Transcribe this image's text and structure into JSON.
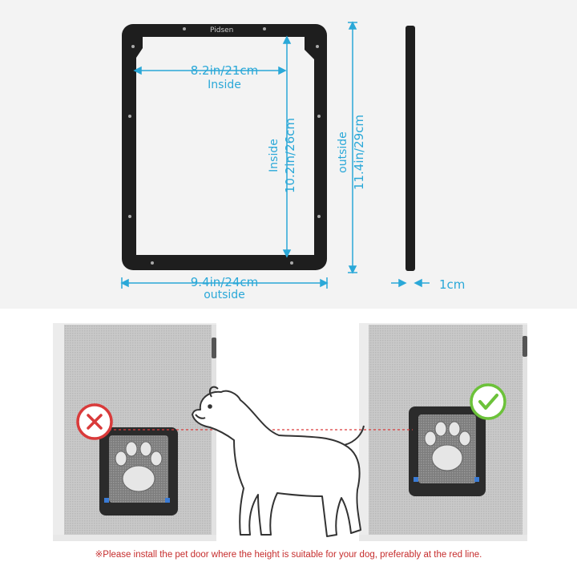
{
  "brand": "Pidsen",
  "dimensions": {
    "inside_width": "8.2in/21cm",
    "inside_width_label": "Inside",
    "inside_height_label": "Inside",
    "inside_height": "10.2in/26cm",
    "outside_height_label": "outside",
    "outside_height": "11.4in/29cm",
    "outside_width": "9.4in/24cm",
    "outside_width_label": "outside",
    "thickness": "1cm"
  },
  "installation": {
    "wrong_icon": "cross-icon",
    "right_icon": "check-icon",
    "note": "※Please install the pet door where the height is suitable for your dog, preferably at the red line."
  },
  "colors": {
    "dimension": "#2aa8d8",
    "wrong": "#d93a3a",
    "right": "#6cc23a",
    "note": "#c62d2d",
    "frame": "#1e1e1e"
  }
}
